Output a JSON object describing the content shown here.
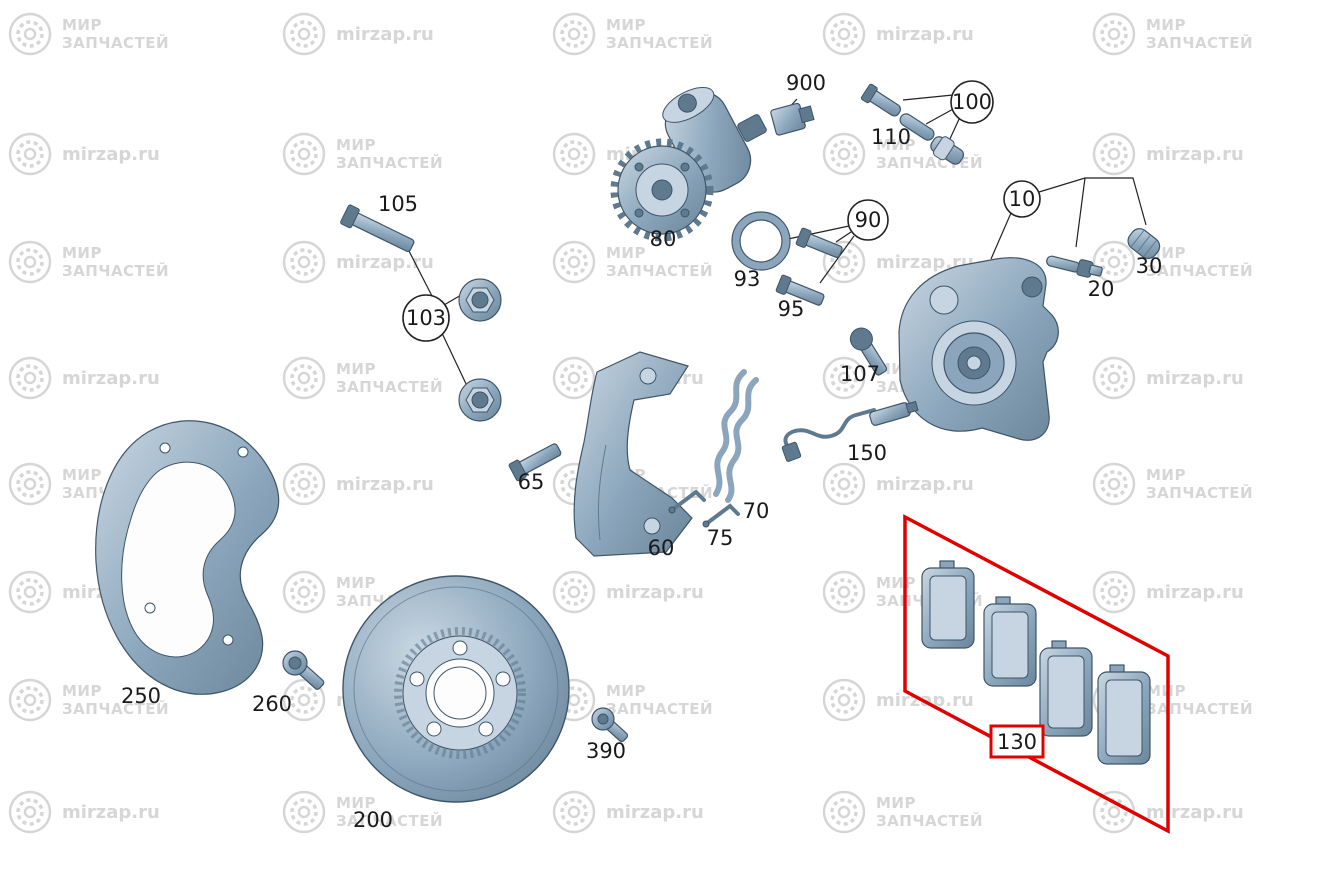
{
  "watermark": {
    "brand_line1": "МИР",
    "brand_line2": "ЗАПЧАСТЕЙ",
    "site": "mirzap.ru"
  },
  "colors": {
    "highlight": "#e10000",
    "watermark": "#d6d6d6",
    "part-fill": "#8ba6bc",
    "part-fill-light": "#c6d5e1",
    "part-fill-dark": "#5f7a8e",
    "part-stroke": "#3f5568",
    "label-color": "#1a1a1a"
  },
  "parts": {
    "p900": {
      "label": "900"
    },
    "p100": {
      "label": "100",
      "circled": true
    },
    "p110": {
      "label": "110"
    },
    "p80": {
      "label": "80"
    },
    "p93": {
      "label": "93"
    },
    "p95": {
      "label": "95"
    },
    "p90": {
      "label": "90",
      "circled": true
    },
    "p10": {
      "label": "10",
      "circled": true
    },
    "p20": {
      "label": "20"
    },
    "p30": {
      "label": "30"
    },
    "p105": {
      "label": "105"
    },
    "p103": {
      "label": "103",
      "circled": true
    },
    "p107": {
      "label": "107"
    },
    "p150": {
      "label": "150"
    },
    "p65": {
      "label": "65"
    },
    "p60": {
      "label": "60"
    },
    "p70": {
      "label": "70"
    },
    "p75": {
      "label": "75"
    },
    "p250": {
      "label": "250"
    },
    "p260": {
      "label": "260"
    },
    "p200": {
      "label": "200"
    },
    "p390": {
      "label": "390"
    },
    "p130": {
      "label": "130",
      "highlighted": true
    }
  }
}
